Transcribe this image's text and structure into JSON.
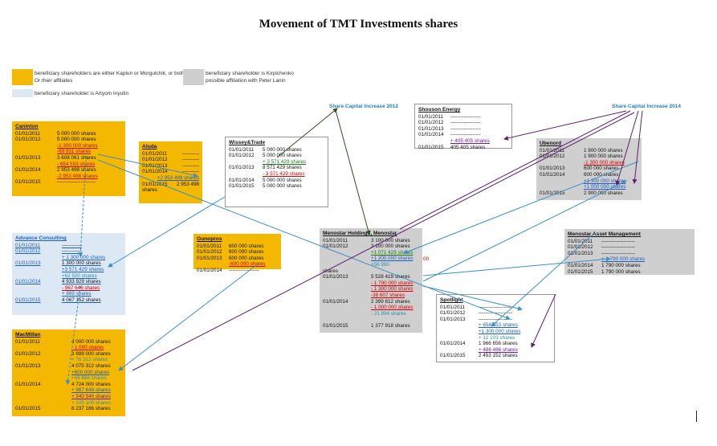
{
  "title": "Movement of TMT Investments shares",
  "colors": {
    "orange": "#f5b800",
    "grey": "#cfcfcf",
    "blue": "#dce9f5",
    "arrow_blue": "#3d8fc4",
    "arrow_purple": "#5b1f6e",
    "arrow_green": "#2f4f1f"
  },
  "legend": {
    "orange": "beneficiary shareholders are either Kaplun or Morgulchik, or both Or their affiliates",
    "grey": "beneficiary shareholder is Kirpichenko possible affiliation with Peter Lanin",
    "blue": "beneficiary shareholder is Artyom Inyutin"
  },
  "tags": {
    "share_capital_2012": "Share Capital Increase 2012",
    "share_capital_2014": "Share Capital Increase 2014"
  },
  "boxes": {
    "caninton": {
      "name": "Caninton",
      "rows": [
        {
          "date": "01/01/2011",
          "value": "5 000 000 shares",
          "style": "plain"
        },
        {
          "date": "01/01/2012",
          "value": "5 000 000 shares",
          "style": "plain"
        },
        {
          "date": "",
          "value": "-1 300 000 shares",
          "style": "red"
        },
        {
          "date": "",
          "value": "-69 931 shares",
          "style": "red"
        },
        {
          "date": "01/01/2013",
          "value": "3 608 061 shares",
          "style": "plain"
        },
        {
          "date": "",
          "value": "- 654 553 shares",
          "style": "red"
        },
        {
          "date": "01/01/2014",
          "value": "2 953 498 shares",
          "style": "plain"
        },
        {
          "date": "",
          "value": "-2 953 498 shares",
          "style": "red"
        },
        {
          "date": "01/01/2015",
          "value": "-----------------------",
          "style": "plain"
        }
      ]
    },
    "aluda": {
      "name": "Aluda",
      "rows": [
        {
          "date": "01/01/2011",
          "value": "----------",
          "style": "plain"
        },
        {
          "date": "01/01/2012",
          "value": "----------",
          "style": "plain"
        },
        {
          "date": "01/01/2013",
          "value": "----------",
          "style": "plain"
        },
        {
          "date": "01/01/2014",
          "value": "----------",
          "style": "plain"
        },
        {
          "date": "",
          "value": "+2 953 498 shares",
          "style": "blue"
        },
        {
          "date": "01/01/2015",
          "value": "2 953 498",
          "style": "plain"
        },
        {
          "date": "shares",
          "value": "",
          "style": "plain"
        }
      ]
    },
    "wissey": {
      "name": "Wissey&Trade",
      "rows": [
        {
          "date": "01/01/2011",
          "value": "5 000 000 shares",
          "style": "plain"
        },
        {
          "date": "01/01/2012",
          "value": "5 000 000 shares",
          "style": "plain"
        },
        {
          "date": "",
          "value": "+ 3 571 429 shares",
          "style": "green"
        },
        {
          "date": "01/01/2013",
          "value": "8 571 429 shares",
          "style": "plain"
        },
        {
          "date": "",
          "value": "- 3 571 429 shares",
          "style": "red"
        },
        {
          "date": "01/01/2014",
          "value": "5 000 000 shares",
          "style": "plain"
        },
        {
          "date": "01/01/2015",
          "value": "5 000 000 shares",
          "style": "plain"
        }
      ]
    },
    "shouson": {
      "name": "Shouson Energy",
      "rows": [
        {
          "date": "01/01/2011",
          "value": "------------------",
          "style": "plain"
        },
        {
          "date": "01/01/2012",
          "value": "------------------",
          "style": "plain"
        },
        {
          "date": "01/01/2013",
          "value": "------------------",
          "style": "plain"
        },
        {
          "date": "01/01/2014",
          "value": "------------------",
          "style": "plain"
        },
        {
          "date": "",
          "value": "+ 405 405 shares",
          "style": "purple"
        },
        {
          "date": "01/01/2015",
          "value": "405 405 shares",
          "style": "plain"
        }
      ]
    },
    "ubenord": {
      "name": "Ubenord",
      "rows": [
        {
          "date": "01/01/2011",
          "value": "1 900 000 shares",
          "style": "plain"
        },
        {
          "date": "01/01/2012",
          "value": "1 900 000 shares",
          "style": "plain"
        },
        {
          "date": "",
          "value": "-1 300 000 shares",
          "style": "red"
        },
        {
          "date": "01/01/2013",
          "value": "600 000 shares",
          "style": "plain"
        },
        {
          "date": "01/01/2014",
          "value": "600 000 shares",
          "style": "plain"
        },
        {
          "date": "",
          "value": "+1 300 000 shares",
          "style": "blue"
        },
        {
          "date": "",
          "value": "+1 000 000 shares",
          "style": "blue"
        },
        {
          "date": "01/01/2015",
          "value": "2 900 000 shares",
          "style": "plain"
        }
      ]
    },
    "advance": {
      "name": "Advance Consulting",
      "rows": [
        {
          "date": "01/01/2011",
          "value": "------------",
          "style": "plain"
        },
        {
          "date": "01/01/2012",
          "value": "------------",
          "style": "plain"
        },
        {
          "date": "",
          "value": "+ 1 300 000 shares",
          "style": "blue"
        },
        {
          "date": "01/01/2013",
          "value": "1 300 000 shares",
          "style": "plain"
        },
        {
          "date": "",
          "value": "+3 571 429 shares",
          "style": "blue"
        },
        {
          "date": "",
          "value": "+62 500 shares",
          "style": "teal"
        },
        {
          "date": "01/01/2014",
          "value": "4 933 929 shares",
          "style": "plain"
        },
        {
          "date": "",
          "value": "- 967 646 shares",
          "style": "red"
        },
        {
          "date": "",
          "value": "+ 869 shares",
          "style": "blue"
        },
        {
          "date": "01/01/2015",
          "value": "4 067 152 shares",
          "style": "plain"
        }
      ]
    },
    "gunopros": {
      "name": "Gunopros",
      "rows": [
        {
          "date": "01/01/2011",
          "value": "600 000 shares",
          "style": "plain"
        },
        {
          "date": "01/01/2012",
          "value": "600 000 shares",
          "style": "plain"
        },
        {
          "date": "01/01/2013",
          "value": "600 000 shares",
          "style": "plain"
        },
        {
          "date": "",
          "value": "-600 000 shares",
          "style": "red"
        },
        {
          "date": "01/01/2014",
          "value": "------------------",
          "style": "plain"
        }
      ]
    },
    "menostar": {
      "name": "Menostar Holdings, Menostar",
      "rows": [
        {
          "date": "01/01/2011",
          "value": "3 100 000 shares",
          "style": "plain"
        },
        {
          "date": "01/01/2012",
          "value": "3 100 000 shares",
          "style": "plain"
        },
        {
          "date": "",
          "value": "+1 071 429 shares",
          "style": "green"
        },
        {
          "date": "",
          "value": "+1 300 000 shares",
          "style": "blue"
        },
        {
          "date": "",
          "value": "+56 990",
          "style": "teal"
        },
        {
          "date": "shares",
          "value": "",
          "style": "teal"
        },
        {
          "date": "01/01/2013",
          "value": "5 528 419 shares",
          "style": "plain"
        },
        {
          "date": "",
          "value": "- 1 790 000 shares",
          "style": "red"
        },
        {
          "date": "",
          "value": "- 1 300 000 shares",
          "style": "red"
        },
        {
          "date": "",
          "value": "-38 607 shares",
          "style": "red"
        },
        {
          "date": "01/01/2014",
          "value": "2 399 812 shares",
          "style": "plain"
        },
        {
          "date": "",
          "value": "- 1 000 000 shares",
          "style": "red"
        },
        {
          "date": "",
          "value": "- 21 894 shares",
          "style": "teal"
        },
        {
          "date": "",
          "value": "",
          "style": "plain"
        },
        {
          "date": "01/01/2015",
          "value": "1 377 918 shares",
          "style": "plain"
        }
      ]
    },
    "menostar_am": {
      "name": "Menostar Asset Management",
      "rows": [
        {
          "date": "01/01/2011",
          "value": "--------------------",
          "style": "plain"
        },
        {
          "date": "01/01/2012",
          "value": "--------------------",
          "style": "plain"
        },
        {
          "date": "01/01/2013",
          "value": "--------------------",
          "style": "plain"
        },
        {
          "date": "",
          "value": "+ 1 790 000 shares",
          "style": "blue"
        },
        {
          "date": "01/01/2014",
          "value": "1 790 000 shares",
          "style": "plain"
        },
        {
          "date": "01/01/2015",
          "value": "1 790 000 shares",
          "style": "plain"
        }
      ]
    },
    "spotlight": {
      "name": "Spotlight",
      "rows": [
        {
          "date": "01/01/2011",
          "value": "--------------------",
          "style": "plain"
        },
        {
          "date": "01/01/2012",
          "value": "--------------------",
          "style": "plain"
        },
        {
          "date": "01/01/2013",
          "value": "--------------------",
          "style": "plain"
        },
        {
          "date": "",
          "value": "+ 654 553 shares",
          "style": "blue"
        },
        {
          "date": "",
          "value": "+1 300 000 shares",
          "style": "blue"
        },
        {
          "date": "",
          "value": "+ 12 103 shares",
          "style": "teal"
        },
        {
          "date": "01/01/2014",
          "value": "1 966 656 shares",
          "style": "plain"
        },
        {
          "date": "",
          "value": "+ 486 486 shares",
          "style": "purple"
        },
        {
          "date": "01/01/2015",
          "value": "2 453 152 shares",
          "style": "plain"
        }
      ]
    },
    "macmillan": {
      "name": "MacMillan",
      "rows": [
        {
          "date": "01/01/2011",
          "value": "4 000 000 shares",
          "style": "plain"
        },
        {
          "date": "",
          "value": "- 1 000 shares",
          "style": "red"
        },
        {
          "date": "01/01/2012",
          "value": "3 999 000 shares",
          "style": "plain"
        },
        {
          "date": "",
          "value": "+ 76 312 shares",
          "style": "teal"
        },
        {
          "date": "01/01/2013",
          "value": "4 075 312 shares",
          "style": "plain"
        },
        {
          "date": "",
          "value": "+600 000 shares",
          "style": "blue"
        },
        {
          "date": "",
          "value": "+48 688 shares",
          "style": "teal"
        },
        {
          "date": "01/01/2014",
          "value": "4 724 000 shares",
          "style": "plain"
        },
        {
          "date": "",
          "value": "+ 967 646 shares",
          "style": "blue"
        },
        {
          "date": "",
          "value": "+ 540 540 shares",
          "style": "purple"
        },
        {
          "date": "",
          "value": "+ 105 100 shares",
          "style": "teal"
        },
        {
          "date": "01/01/2015",
          "value": "6 237 186 shares",
          "style": "plain"
        }
      ]
    }
  },
  "stray_marks": {
    "menostar_side": "00"
  }
}
